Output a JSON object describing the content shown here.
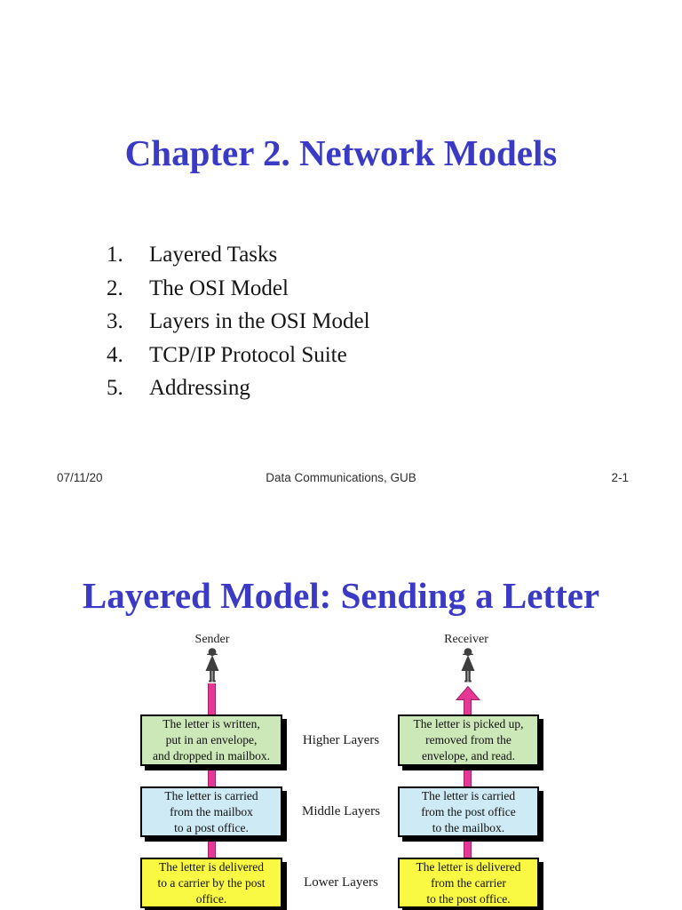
{
  "slide1": {
    "title": "Chapter 2. Network Models",
    "items": [
      {
        "num": "1.",
        "label": "Layered Tasks"
      },
      {
        "num": "2.",
        "label": "The OSI Model"
      },
      {
        "num": "3.",
        "label": "Layers in the OSI Model"
      },
      {
        "num": "4.",
        "label": "TCP/IP Protocol Suite"
      },
      {
        "num": "5.",
        "label": "Addressing"
      }
    ],
    "footer": {
      "date": "07/11/20",
      "center": "Data Communications, GUB",
      "page": "2-1"
    }
  },
  "slide2": {
    "title": "Layered Model: Sending a Letter",
    "diagram": {
      "sender_label": "Sender",
      "receiver_label": "Receiver",
      "layer_labels": [
        "Higher Layers",
        "Middle Layers",
        "Lower Layers"
      ],
      "sender_boxes": {
        "higher": "The letter is written,\nput in an envelope,\nand dropped in mailbox.",
        "middle": "The letter is carried\nfrom the mailbox\nto a post office.",
        "lower": "The letter is delivered\nto a carrier by the post\noffice."
      },
      "receiver_boxes": {
        "higher": "The letter is picked up,\nremoved from the\nenvelope, and read.",
        "middle": "The letter is carried\nfrom the post office\nto the mailbox.",
        "lower": "The letter is delivered\nfrom the carrier\nto the post office."
      },
      "colors": {
        "title_blue": "#3a3ac5",
        "higher_fill": "#cde8b8",
        "middle_fill": "#cdeaf5",
        "lower_fill": "#f9f943",
        "arrow_pink": "#e73795",
        "figure_gray": "#3e3e3e"
      }
    }
  }
}
